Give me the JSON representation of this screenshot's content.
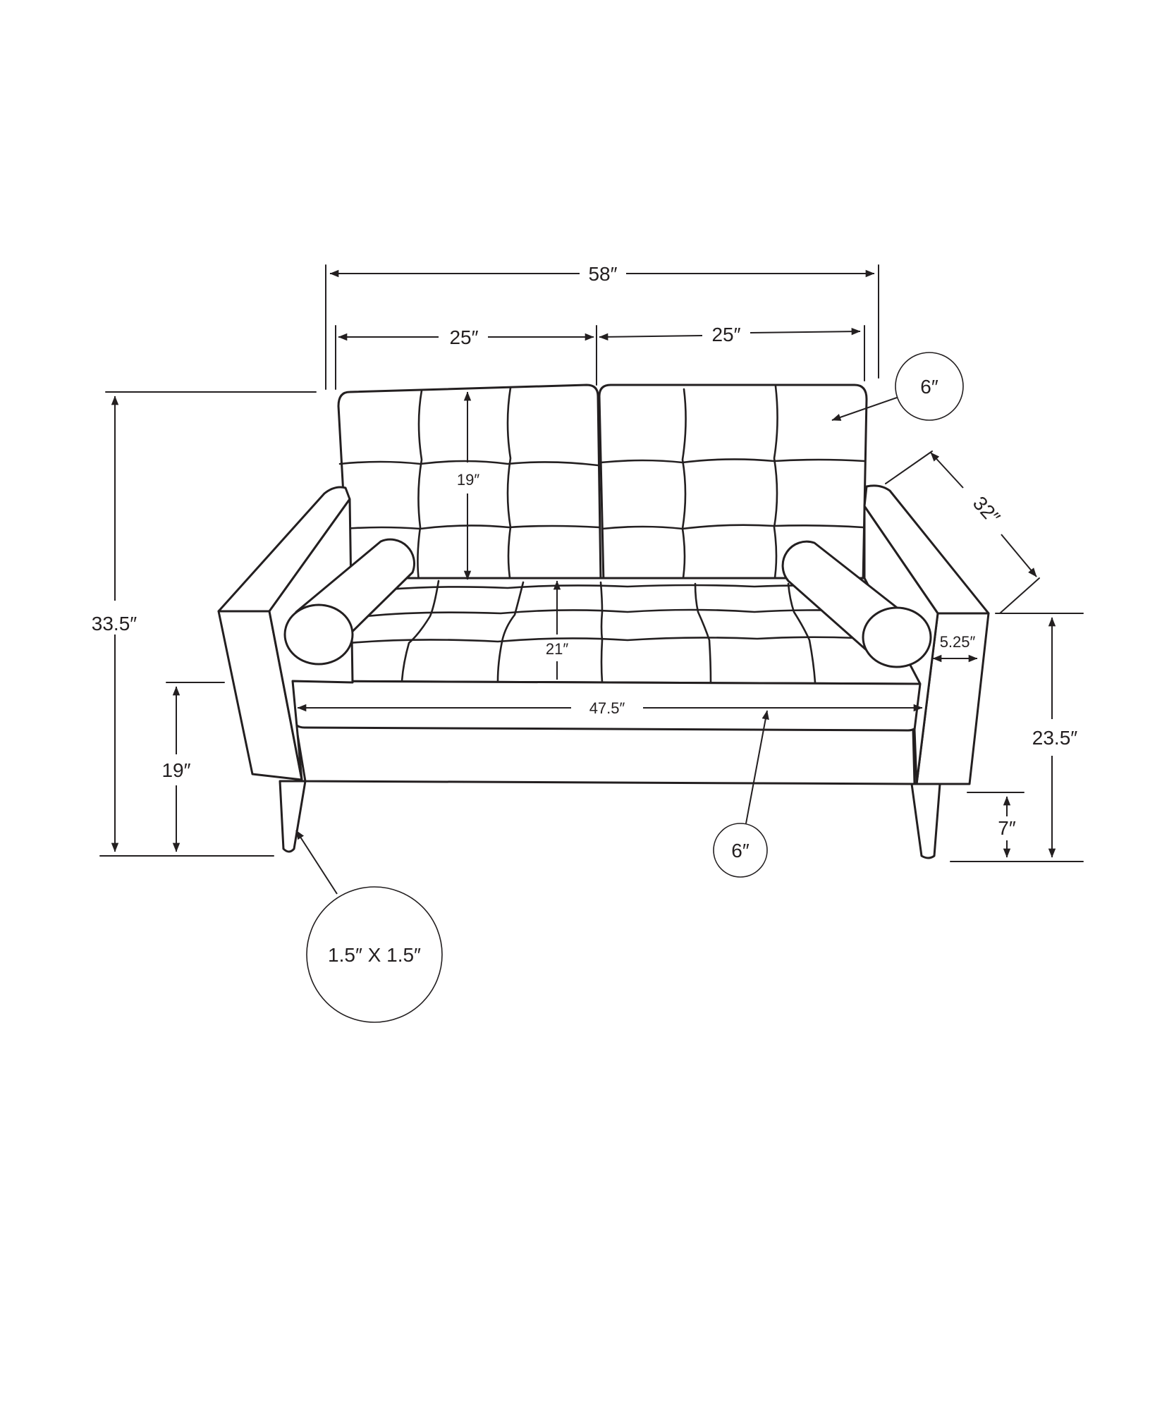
{
  "dimensions": {
    "overall_width": "58″",
    "back_left_width": "25″",
    "back_right_width": "25″",
    "back_cushion_thickness": "6″",
    "overall_depth": "32″",
    "overall_height": "33.5″",
    "back_height": "19″",
    "back_height_from_seat": "21″",
    "arm_width": "5.25″",
    "arm_height": "23.5″",
    "seat_height": "19″",
    "seat_width": "47.5″",
    "seat_cushion_thickness": "6″",
    "leg_height": "7″",
    "leg_size": "1.5″ X 1.5″"
  },
  "colors": {
    "line": "#231f20",
    "background": "#ffffff"
  }
}
